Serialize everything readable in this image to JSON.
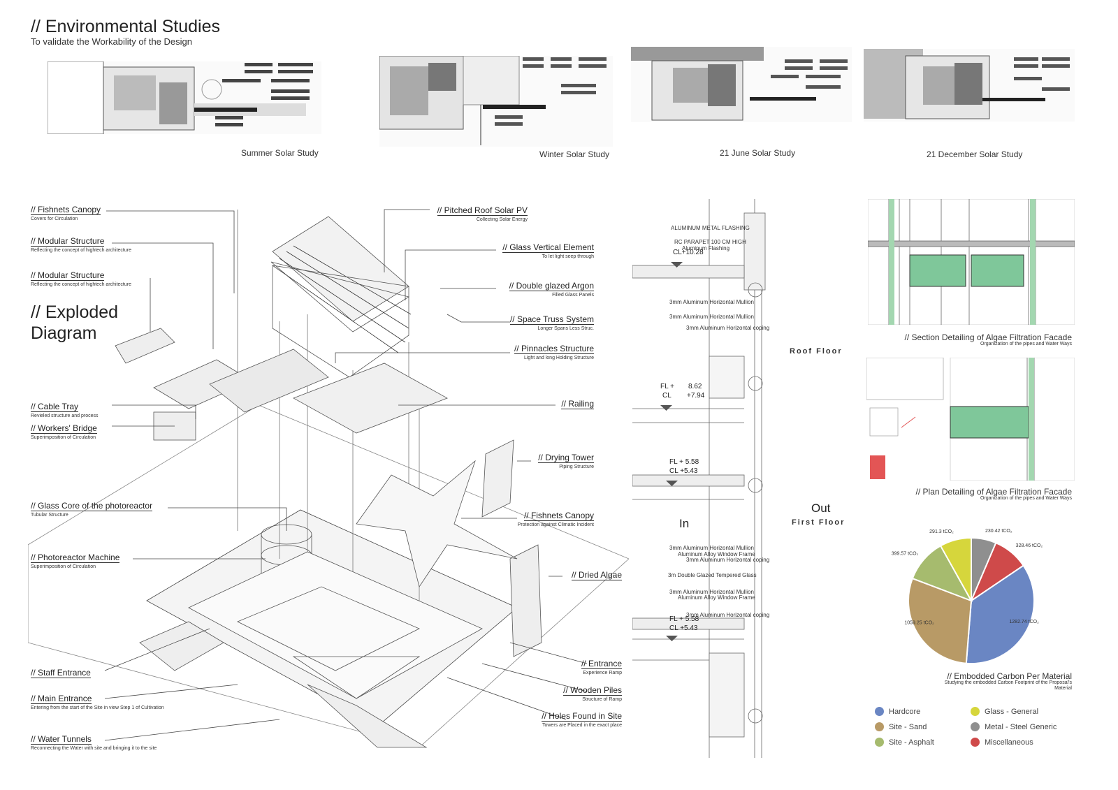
{
  "header": {
    "title": "// Environmental Studies",
    "subtitle": "To validate the Workability of the Design"
  },
  "solar_studies": [
    {
      "caption": "Summer Solar Study"
    },
    {
      "caption": "Winter  Solar Study"
    },
    {
      "caption": "21 June Solar Study"
    },
    {
      "caption": "21 December  Solar Study"
    }
  ],
  "exploded": {
    "title_line1": "// Exploded",
    "title_line2": "Diagram",
    "labels_left": [
      {
        "title": "// Fishnets Canopy",
        "sub": "Covers for Circulation"
      },
      {
        "title": "// Modular Structure",
        "sub": "Reflecting the concept of hightech architecture"
      },
      {
        "title": "// Modular Structure",
        "sub": "Reflecting the concept of hightech architecture"
      },
      {
        "title": "// Cable Tray",
        "sub": "Revieled structure and process"
      },
      {
        "title": "// Workers' Bridge",
        "sub": "Superimposition of Circulation"
      },
      {
        "title": "// Glass Core of the photoreactor",
        "sub": "Tubular Structure"
      },
      {
        "title": "// Photoreactor Machine",
        "sub": "Superimposition of Circulation"
      },
      {
        "title": "// Staff Entrance",
        "sub": ""
      },
      {
        "title": "// Main Entrance",
        "sub": "Entering from the start of the Site in view Step 1 of Cultivation"
      },
      {
        "title": "// Water Tunnels",
        "sub": "Reconnecting the Water with site and bringing it to the site"
      }
    ],
    "labels_right": [
      {
        "title": "// Pitched Roof Solar PV",
        "sub": "Collecting Solar Energy"
      },
      {
        "title": "// Glass Vertical Element",
        "sub": "To let light seep through"
      },
      {
        "title": "// Double glazed Argon",
        "sub": "Filled Glass Panels"
      },
      {
        "title": "// Space Truss System",
        "sub": "Longer Spans Less Struc."
      },
      {
        "title": "// Pinnacles Structure",
        "sub": "Light and long Holding Structure"
      },
      {
        "title": "// Railing",
        "sub": ""
      },
      {
        "title": "// Drying Tower",
        "sub": "Piping Structure"
      },
      {
        "title": "// Fishnets Canopy",
        "sub": "Protection against  Climatic Incident"
      },
      {
        "title": "// Dried Algae",
        "sub": ""
      },
      {
        "title": "// Entrance",
        "sub": "Experience Ramp"
      },
      {
        "title": "// Wooden Piles",
        "sub": "Structure of Ramp"
      },
      {
        "title": "// Holes Found in Site",
        "sub": "Towers are Placed in the exact place"
      }
    ]
  },
  "section": {
    "flashing": "ALUMINUM METAL FLASHING",
    "parapet": "RC PARAPET 100 CM HIGH",
    "parapet_sub": "Aluminum Flashing",
    "level_top": "CL+10.28",
    "fl1": "FL +",
    "fl1_val": "8.62",
    "cl1": "CL",
    "cl1_val": "+7.94",
    "fl2": "FL + 5.58",
    "cl2": "CL +5.43",
    "fl3": "FL + 5.58",
    "cl3": "CL +5.43",
    "roof_floor": "Roof Floor",
    "first_floor": "First Floor",
    "in_label": "In",
    "out_label": "Out",
    "notes": [
      "3mm Aluminum Horizontal Mullion",
      "3mm Aluminum Horizontal Mullion",
      "3mm Aluminum Horizontal coping",
      "3mm Aluminum Horizontal Mullion",
      "Aluminum Alloy Window Frame",
      "3mm Aluminum Horizontal coping",
      "3m Double Glazed Tempered Glass",
      "3mm Aluminum Horizontal Mullion",
      "Aluminum Alloy Window Frame",
      "3mm Aluminum Horizontal coping"
    ]
  },
  "details": {
    "section_title": "// Section Detailing of Algae Filtration Facade",
    "section_sub": "Organization of the pipes and Water Ways",
    "plan_title": "// Plan Detailing of Algae Filtration Facade",
    "plan_sub": "Organization of the pipes and Water Ways"
  },
  "chart_data": {
    "type": "pie",
    "title": "// Embodded Carbon Per Material",
    "subtitle": "Studying the embodded Carbon Footprint of the Proposal's Material",
    "unit": "tCO₂",
    "series": [
      {
        "name": "Hardcore",
        "value": 1282.74,
        "label": "1282.74 tCO₂",
        "color": "#6a86c3"
      },
      {
        "name": "Site - Sand",
        "value": 1059.25,
        "label": "1059.25 tCO₂",
        "color": "#b89a66"
      },
      {
        "name": "Site - Asphalt",
        "value": 399.57,
        "label": "399.57 tCO₂",
        "color": "#a6bb6e"
      },
      {
        "name": "Glass - General",
        "value": 291.3,
        "label": "291.3 tCO₂",
        "color": "#d6d63c"
      },
      {
        "name": "Metal - Steel Generic",
        "value": 230.42,
        "label": "230.42 tCO₂",
        "color": "#8f8f8f"
      },
      {
        "name": "Miscellaneous",
        "value": 328.46,
        "label": "328.46 tCO₂",
        "color": "#cf4a4a"
      }
    ]
  }
}
